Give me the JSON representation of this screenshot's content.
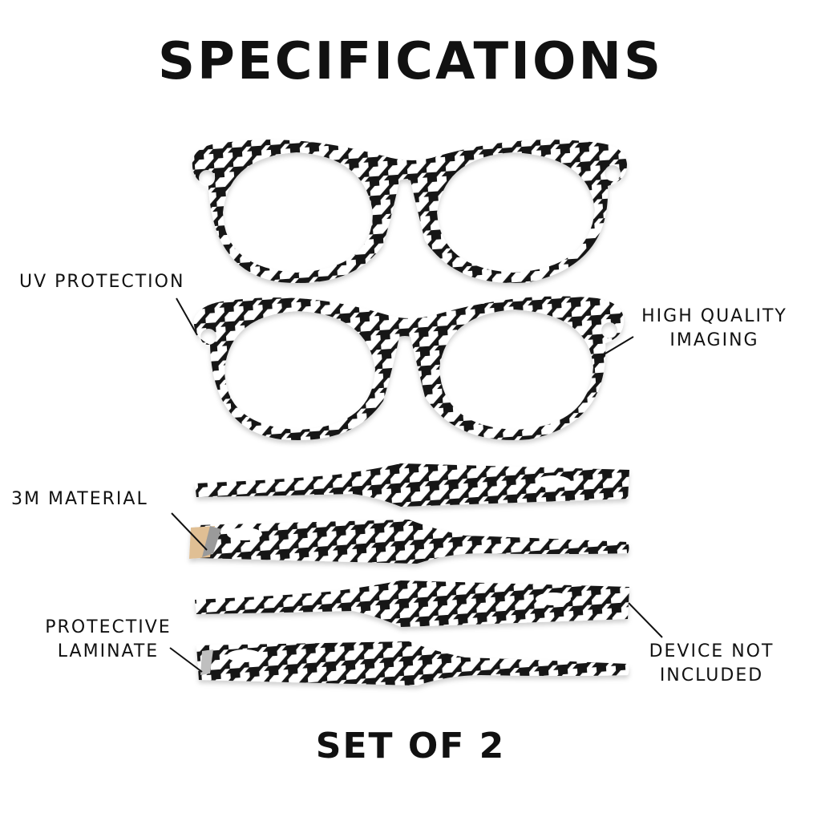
{
  "title": "SPECIFICATIONS",
  "footer": "SET OF 2",
  "colors": {
    "pattern_dark": "#141414",
    "pattern_light": "#ffffff",
    "adhesive": "#e0bf94"
  },
  "callouts": {
    "uv": "UV PROTECTION",
    "imaging_line1": "HIGH QUALITY",
    "imaging_line2": "IMAGING",
    "material": "3M MATERIAL",
    "laminate_line1": "PROTECTIVE",
    "laminate_line2": "LAMINATE",
    "device_line1": "DEVICE NOT",
    "device_line2": "INCLUDED"
  }
}
